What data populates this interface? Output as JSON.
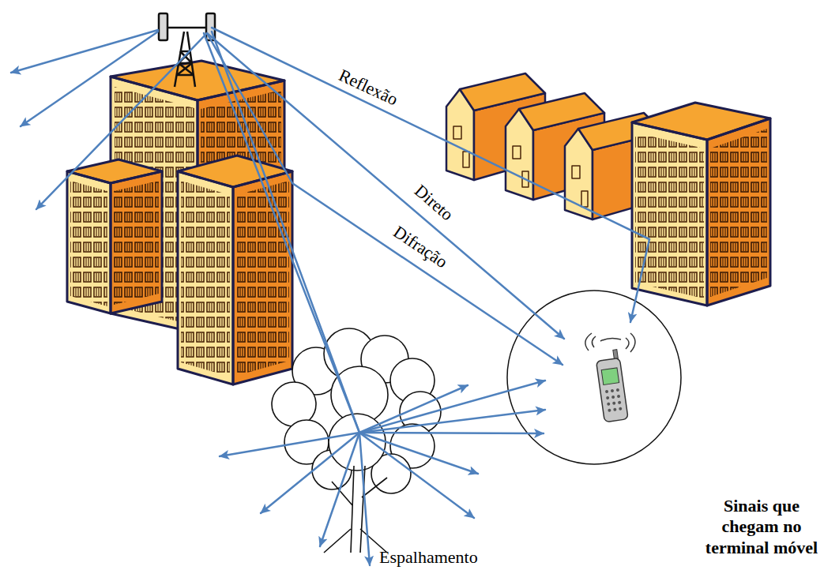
{
  "diagram": {
    "labels": [
      "Reflexão",
      "Direto",
      "Difração",
      "Espalhamento",
      "Sinais que chegam no terminal móvel"
    ]
  }
}
